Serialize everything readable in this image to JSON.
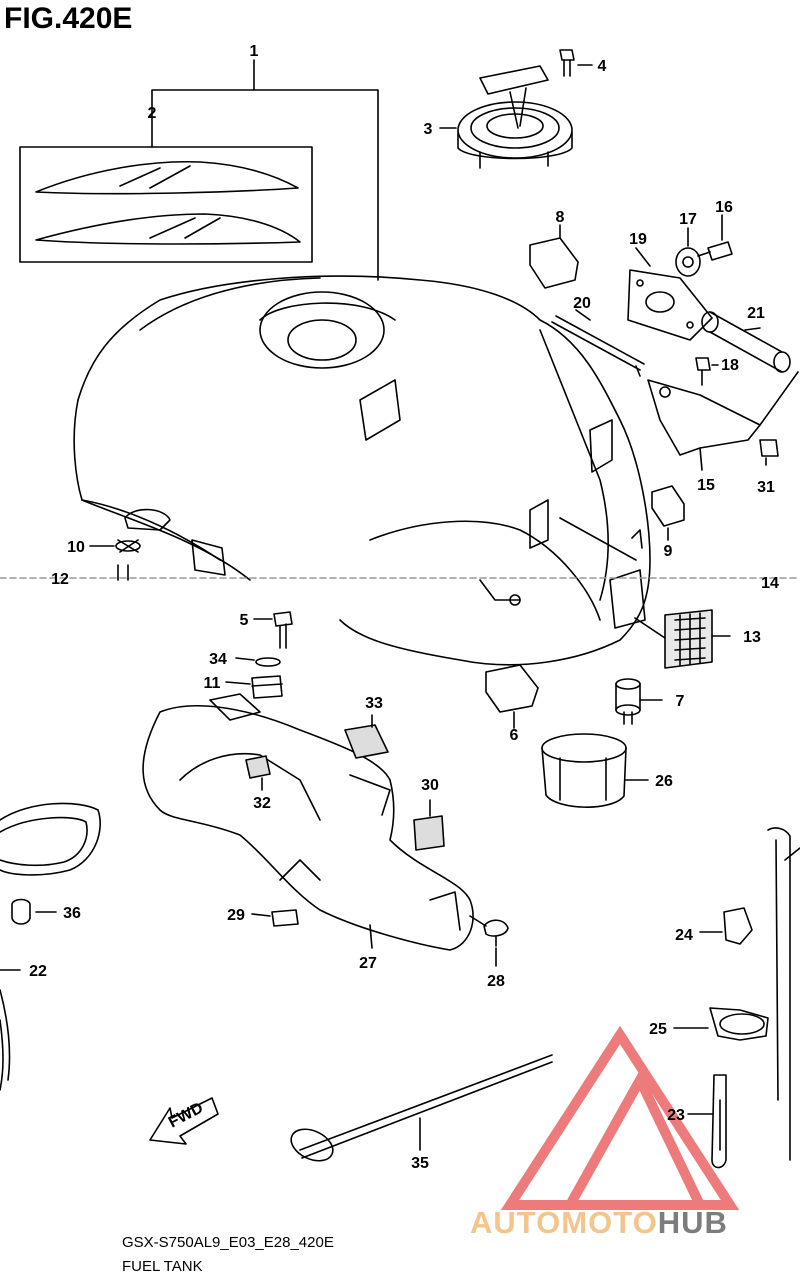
{
  "figure": {
    "title": "FIG.420E",
    "model_code": "GSX-S750AL9_E03_E28_420E",
    "caption": "FUEL TANK",
    "fwd_label": "FWD"
  },
  "watermark": {
    "part1": "AUTOMOTO",
    "part2": "HUB",
    "color_accent": "#f4c48a",
    "color_dark": "#7d7d7d",
    "triangle_color": "#e85050"
  },
  "callouts": [
    "1",
    "2",
    "3",
    "4",
    "5",
    "6",
    "7",
    "8",
    "9",
    "10",
    "11",
    "12",
    "13",
    "14",
    "15",
    "16",
    "17",
    "18",
    "19",
    "20",
    "21",
    "22",
    "23",
    "24",
    "25",
    "26",
    "27",
    "28",
    "29",
    "30",
    "31",
    "32",
    "33",
    "34",
    "35",
    "36"
  ]
}
